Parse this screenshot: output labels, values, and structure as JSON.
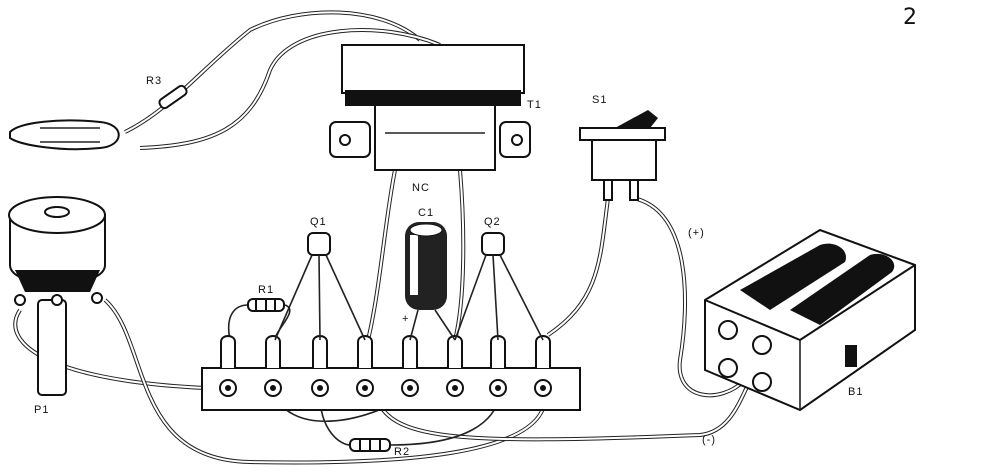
{
  "figure_number": "2",
  "labels": {
    "r3": "R3",
    "t1": "T1",
    "s1": "S1",
    "nc": "NC",
    "c1": "C1",
    "c1_plus": "+",
    "q1": "Q1",
    "q2": "Q2",
    "r1": "R1",
    "r2": "R2",
    "p1": "P1",
    "b1": "B1",
    "plus_lead": "(+)",
    "minus_lead": "(-)"
  }
}
